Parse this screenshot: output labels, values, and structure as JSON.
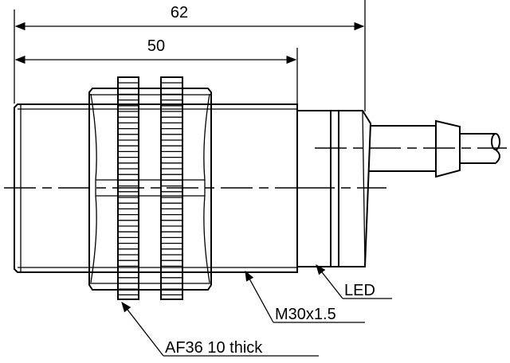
{
  "dimensions": {
    "overall_length": "62",
    "body_length": "50"
  },
  "labels": {
    "nut": "AF36  10 thick",
    "thread": "M30x1.5",
    "led": "LED"
  }
}
